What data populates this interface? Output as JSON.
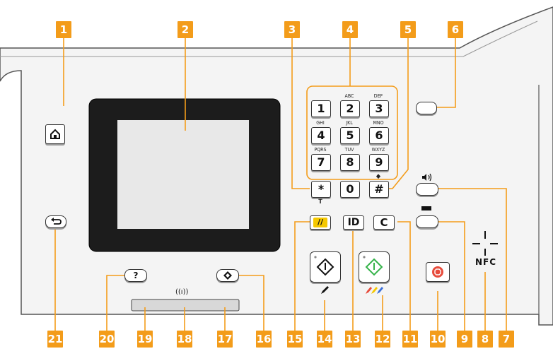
{
  "callouts": [
    "1",
    "2",
    "3",
    "4",
    "5",
    "6",
    "7",
    "8",
    "9",
    "10",
    "11",
    "12",
    "13",
    "14",
    "15",
    "16",
    "17",
    "18",
    "19",
    "20",
    "21"
  ],
  "keypad": {
    "digits": [
      "1",
      "2",
      "3",
      "4",
      "5",
      "6",
      "7",
      "8",
      "9",
      "0"
    ],
    "letters": [
      "ABC",
      "DEF",
      "GHI",
      "JKL",
      "MNO",
      "PQRS",
      "TUV",
      "WXYZ"
    ],
    "star": "*",
    "star_sub": "T",
    "hash": "#",
    "hash_sup": "◆"
  },
  "buttons": {
    "help": "?",
    "id": "ID",
    "clear": "C",
    "reset_glyph": "//"
  },
  "wifi_label": "((ı))",
  "nfc_label": "NFC",
  "colors": {
    "callout": "#f39c1a",
    "panel": "#f4f4f4",
    "screen": "#1c1c1c",
    "stop": "#e74c3c",
    "start_color": "#35b34a"
  }
}
